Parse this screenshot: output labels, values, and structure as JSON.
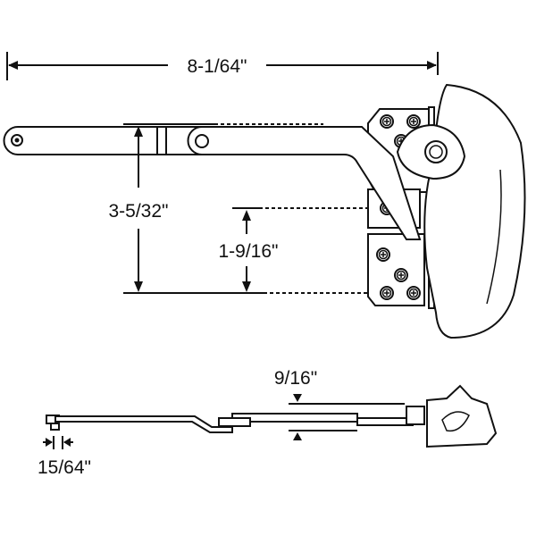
{
  "drawing": {
    "overall_length": "8-1/64\"",
    "arm_offset": "3-5/32\"",
    "hinge_offset": "1-9/16\"",
    "side_height": "9/16\"",
    "stud_width": "15/64\""
  },
  "colors": {
    "line": "#111111",
    "background": "#ffffff"
  }
}
